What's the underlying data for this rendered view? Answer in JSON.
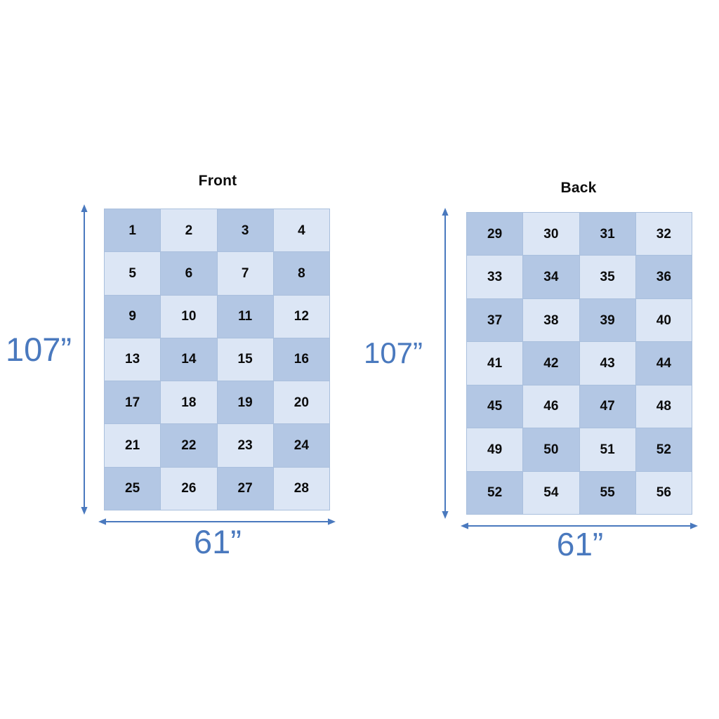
{
  "diagram": {
    "accent_color": "#4a79be",
    "cell_dark_color": "#b3c7e4",
    "cell_light_color": "#dce6f5",
    "grid_border_color": "#a9bfdd",
    "panels": [
      {
        "title": "Front",
        "columns": 4,
        "rows": 7,
        "width_label": "61”",
        "height_label": "107”",
        "cells": [
          {
            "label": "1",
            "shade": "dark"
          },
          {
            "label": "2",
            "shade": "light"
          },
          {
            "label": "3",
            "shade": "dark"
          },
          {
            "label": "4",
            "shade": "light"
          },
          {
            "label": "5",
            "shade": "light"
          },
          {
            "label": "6",
            "shade": "dark"
          },
          {
            "label": "7",
            "shade": "light"
          },
          {
            "label": "8",
            "shade": "dark"
          },
          {
            "label": "9",
            "shade": "dark"
          },
          {
            "label": "10",
            "shade": "light"
          },
          {
            "label": "11",
            "shade": "dark"
          },
          {
            "label": "12",
            "shade": "light"
          },
          {
            "label": "13",
            "shade": "light"
          },
          {
            "label": "14",
            "shade": "dark"
          },
          {
            "label": "15",
            "shade": "light"
          },
          {
            "label": "16",
            "shade": "dark"
          },
          {
            "label": "17",
            "shade": "dark"
          },
          {
            "label": "18",
            "shade": "light"
          },
          {
            "label": "19",
            "shade": "dark"
          },
          {
            "label": "20",
            "shade": "light"
          },
          {
            "label": "21",
            "shade": "light"
          },
          {
            "label": "22",
            "shade": "dark"
          },
          {
            "label": "23",
            "shade": "light"
          },
          {
            "label": "24",
            "shade": "dark"
          },
          {
            "label": "25",
            "shade": "dark"
          },
          {
            "label": "26",
            "shade": "light"
          },
          {
            "label": "27",
            "shade": "dark"
          },
          {
            "label": "28",
            "shade": "light"
          }
        ]
      },
      {
        "title": "Back",
        "columns": 4,
        "rows": 7,
        "width_label": "61”",
        "height_label": "107”",
        "cells": [
          {
            "label": "29",
            "shade": "dark"
          },
          {
            "label": "30",
            "shade": "light"
          },
          {
            "label": "31",
            "shade": "dark"
          },
          {
            "label": "32",
            "shade": "light"
          },
          {
            "label": "33",
            "shade": "light"
          },
          {
            "label": "34",
            "shade": "dark"
          },
          {
            "label": "35",
            "shade": "light"
          },
          {
            "label": "36",
            "shade": "dark"
          },
          {
            "label": "37",
            "shade": "dark"
          },
          {
            "label": "38",
            "shade": "light"
          },
          {
            "label": "39",
            "shade": "dark"
          },
          {
            "label": "40",
            "shade": "light"
          },
          {
            "label": "41",
            "shade": "light"
          },
          {
            "label": "42",
            "shade": "dark"
          },
          {
            "label": "43",
            "shade": "light"
          },
          {
            "label": "44",
            "shade": "dark"
          },
          {
            "label": "45",
            "shade": "dark"
          },
          {
            "label": "46",
            "shade": "light"
          },
          {
            "label": "47",
            "shade": "dark"
          },
          {
            "label": "48",
            "shade": "light"
          },
          {
            "label": "49",
            "shade": "light"
          },
          {
            "label": "50",
            "shade": "dark"
          },
          {
            "label": "51",
            "shade": "light"
          },
          {
            "label": "52",
            "shade": "dark"
          },
          {
            "label": "52",
            "shade": "dark"
          },
          {
            "label": "54",
            "shade": "light"
          },
          {
            "label": "55",
            "shade": "dark"
          },
          {
            "label": "56",
            "shade": "light"
          }
        ]
      }
    ]
  }
}
